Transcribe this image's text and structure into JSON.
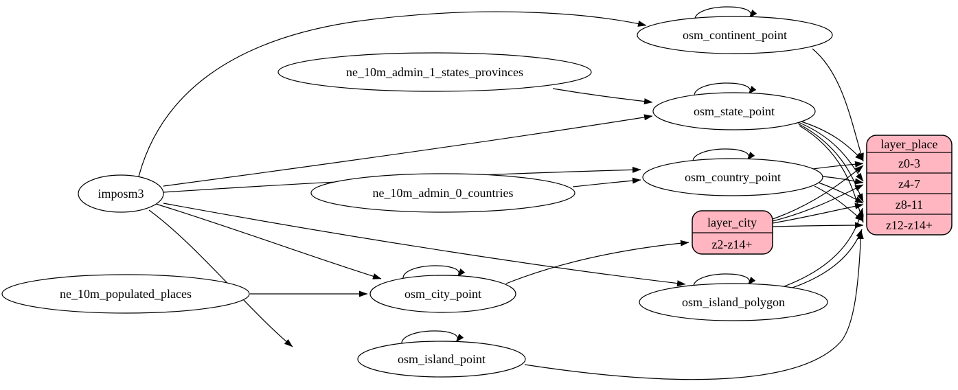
{
  "diagram": {
    "background": "#ffffff",
    "node_fill": "#ffffff",
    "record_fill": "#ffb6c1",
    "stroke_color": "#000000",
    "nodes": {
      "imposm3": {
        "label": "imposm3"
      },
      "ne_10m_admin_1_states_provinces": {
        "label": "ne_10m_admin_1_states_provinces"
      },
      "ne_10m_admin_0_countries": {
        "label": "ne_10m_admin_0_countries"
      },
      "ne_10m_populated_places": {
        "label": "ne_10m_populated_places"
      },
      "osm_continent_point": {
        "label": "osm_continent_point"
      },
      "osm_state_point": {
        "label": "osm_state_point"
      },
      "osm_country_point": {
        "label": "osm_country_point"
      },
      "osm_city_point": {
        "label": "osm_city_point"
      },
      "osm_island_polygon": {
        "label": "osm_island_polygon"
      },
      "osm_island_point": {
        "label": "osm_island_point"
      }
    },
    "records": {
      "layer_city": {
        "title": "layer_city",
        "rows": [
          "z2-z14+"
        ]
      },
      "layer_place": {
        "title": "layer_place",
        "rows": [
          "z0-3",
          "z4-7",
          "z8-11",
          "z12-z14+"
        ]
      }
    },
    "edges": [
      {
        "from": "imposm3",
        "to": "osm_continent_point"
      },
      {
        "from": "imposm3",
        "to": "osm_state_point"
      },
      {
        "from": "imposm3",
        "to": "osm_country_point"
      },
      {
        "from": "imposm3",
        "to": "osm_city_point"
      },
      {
        "from": "imposm3",
        "to": "osm_island_polygon"
      },
      {
        "from": "imposm3",
        "to": "osm_island_point"
      },
      {
        "from": "ne_10m_admin_1_states_provinces",
        "to": "osm_state_point"
      },
      {
        "from": "ne_10m_admin_0_countries",
        "to": "osm_country_point"
      },
      {
        "from": "ne_10m_populated_places",
        "to": "osm_city_point"
      },
      {
        "from": "osm_continent_point",
        "to": "osm_continent_point"
      },
      {
        "from": "osm_state_point",
        "to": "osm_state_point"
      },
      {
        "from": "osm_country_point",
        "to": "osm_country_point"
      },
      {
        "from": "osm_city_point",
        "to": "osm_city_point"
      },
      {
        "from": "osm_island_polygon",
        "to": "osm_island_polygon"
      },
      {
        "from": "osm_island_point",
        "to": "osm_island_point"
      },
      {
        "from": "osm_continent_point",
        "to": "layer_place.z0-3"
      },
      {
        "from": "osm_state_point",
        "to": "layer_place.z0-3"
      },
      {
        "from": "osm_state_point",
        "to": "layer_place.z4-7"
      },
      {
        "from": "osm_state_point",
        "to": "layer_place.z8-11"
      },
      {
        "from": "osm_state_point",
        "to": "layer_place.z12-z14+"
      },
      {
        "from": "osm_country_point",
        "to": "layer_place.z0-3"
      },
      {
        "from": "osm_country_point",
        "to": "layer_place.z4-7"
      },
      {
        "from": "osm_country_point",
        "to": "layer_place.z8-11"
      },
      {
        "from": "osm_country_point",
        "to": "layer_place.z12-z14+"
      },
      {
        "from": "osm_city_point",
        "to": "layer_city.z2-z14+"
      },
      {
        "from": "layer_city",
        "to": "layer_place.z0-3"
      },
      {
        "from": "layer_city",
        "to": "layer_place.z4-7"
      },
      {
        "from": "layer_city",
        "to": "layer_place.z8-11"
      },
      {
        "from": "layer_city",
        "to": "layer_place.z12-z14+"
      },
      {
        "from": "osm_island_polygon",
        "to": "layer_place.z8-11"
      },
      {
        "from": "osm_island_polygon",
        "to": "layer_place.z12-z14+"
      },
      {
        "from": "osm_island_point",
        "to": "layer_place.z12-z14+"
      }
    ]
  }
}
